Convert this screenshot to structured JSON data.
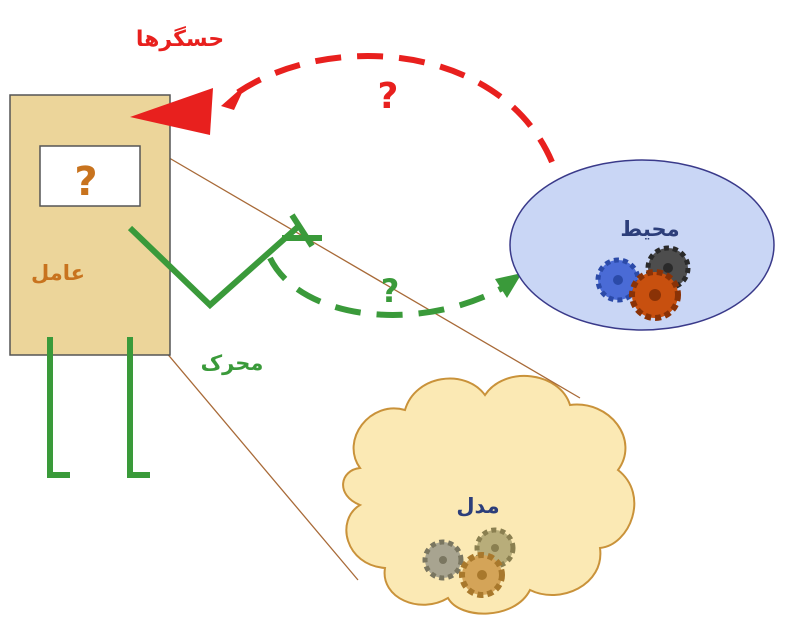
{
  "labels": {
    "sensors": "حسگرها",
    "agent": "عامل",
    "actuator": "محرک",
    "environment": "محیط",
    "model": "مدل",
    "sensor_question": "?",
    "actuator_question": "?",
    "agent_box_question": "?"
  },
  "colors": {
    "sensor_red": "#e8201e",
    "actuator_green": "#3a9a3a",
    "agent_fill": "#ecd59a",
    "agent_border": "#555555",
    "agent_label": "#c8731e",
    "box_question": "#c8731e",
    "environment_fill": "#c9d6f5",
    "environment_border": "#3a3a8a",
    "environment_label": "#2c3e7a",
    "model_fill": "#fbe9b4",
    "model_border": "#c9923a",
    "model_label": "#2c3e7a",
    "projection_line": "#a86a38"
  },
  "icons": {
    "environment_gears": "gears-icon",
    "model_gears": "gears-icon"
  }
}
